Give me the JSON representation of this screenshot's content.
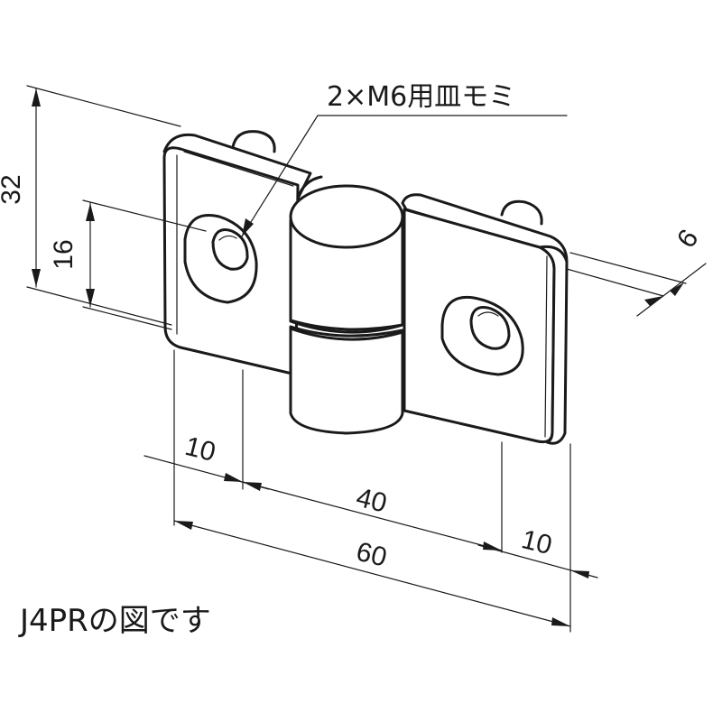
{
  "annotation": {
    "hole_note": "2×M6用皿モミ"
  },
  "dimensions": {
    "height_overall": "32",
    "hole_height": "16",
    "thickness": "6",
    "left_offset": "10",
    "pitch": "40",
    "right_offset": "10",
    "overall_width": "60"
  },
  "caption": "J4PRの図です",
  "colors": {
    "line": "#1a1a1a",
    "background": "#ffffff"
  }
}
